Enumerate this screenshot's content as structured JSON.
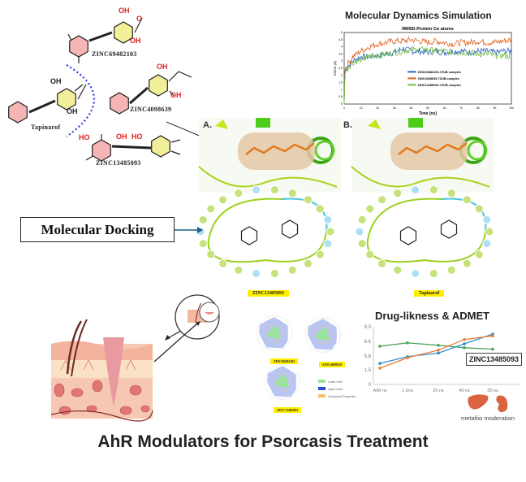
{
  "molecules": [
    {
      "name": "ZINC69482103"
    },
    {
      "name": "ZINC4098639"
    },
    {
      "name": "ZINC13485093"
    },
    {
      "name": "Tapinarof"
    }
  ],
  "atom_labels": {
    "oh": "OH",
    "ho": "HO",
    "o": "O"
  },
  "md_chart": {
    "title": "Molecular Dynamics Simulation",
    "chart_data": {
      "type": "line",
      "title": "RMSD-Protein Cα atoms",
      "xlabel": "Time (ns)",
      "ylabel": "RMSD (Å)",
      "xlim": [
        0,
        100
      ],
      "ylim": [
        0,
        5
      ],
      "x_ticks": [
        "0",
        "10",
        "20",
        "30",
        "40",
        "50",
        "60",
        "70",
        "80",
        "90",
        "100"
      ],
      "y_ticks": [
        "0",
        "0,5",
        "1",
        "1,5",
        "2",
        "2,5",
        "3",
        "3,5",
        "4",
        "4,5",
        "5"
      ],
      "legend": "center-right",
      "x": [
        0,
        5,
        10,
        15,
        20,
        25,
        30,
        35,
        40,
        45,
        50,
        55,
        60,
        65,
        70,
        75,
        80,
        85,
        90,
        95,
        100
      ],
      "series": [
        {
          "name": "ZINC69482103-7ZUB complex",
          "color": "#2a5fc4",
          "values": [
            2.3,
            3.0,
            3.3,
            3.3,
            3.4,
            3.5,
            3.6,
            3.9,
            3.7,
            3.7,
            3.6,
            3.7,
            3.6,
            3.7,
            3.7,
            3.6,
            3.7,
            3.7,
            3.6,
            3.7,
            3.7
          ]
        },
        {
          "name": "ZINC4098639-7ZUB complex",
          "color": "#e0621e",
          "values": [
            2.4,
            3.3,
            3.7,
            4.0,
            4.2,
            4.3,
            4.4,
            4.4,
            4.5,
            4.4,
            4.3,
            4.4,
            4.3,
            4.2,
            4.3,
            4.3,
            4.4,
            4.3,
            4.3,
            4.4,
            4.5
          ]
        },
        {
          "name": "ZINC13485093-7ZUB complex",
          "color": "#6cbf3a",
          "values": [
            2.2,
            2.9,
            3.1,
            3.3,
            3.4,
            3.5,
            3.6,
            3.7,
            3.8,
            3.8,
            3.8,
            3.7,
            3.7,
            3.6,
            3.6,
            3.6,
            3.5,
            3.5,
            3.4,
            3.4,
            3.3
          ]
        }
      ]
    }
  },
  "docking": {
    "panel_a_label": "A.",
    "panel_b_label": "B.",
    "box_label": "Molecular Docking",
    "ligand_a": "ZINC13485093",
    "ligand_b": "Tapinarof"
  },
  "radar": {
    "labels": [
      "ZINC69482103",
      "ZINC4098639",
      "ZINC13485093"
    ],
    "legend": [
      "Lower Limit",
      "Upper Limit",
      "Compound Properties"
    ],
    "colors": [
      "#9be39b",
      "#2a4fd6",
      "#f5c26b"
    ]
  },
  "admet_chart": {
    "title": "Drug-likness & ADMET",
    "callout": "ZINC13485093",
    "caption": "metafiio moderation",
    "chart_data": {
      "type": "line",
      "categories": [
        "AIM ns",
        "1.6ns",
        "20 ns",
        "40 ns",
        "30 ns"
      ],
      "y_ticks": [
        "0",
        "1.5",
        "5.6",
        "8.6",
        "9.0"
      ],
      "ylim": [
        0,
        9.0
      ],
      "series": [
        {
          "color": "#4aa35a",
          "values": [
            7.6,
            8.3,
            7.8,
            7.3,
            7.0
          ]
        },
        {
          "color": "#2e8fc9",
          "values": [
            3.4,
            5.4,
            6.2,
            8.1,
            8.8
          ]
        },
        {
          "color": "#ee7a3a",
          "values": [
            2.0,
            5.1,
            6.8,
            8.65,
            8.75
          ]
        }
      ]
    }
  },
  "footer": {
    "title": "AhR Modulators for Psorcasis Treatment"
  }
}
